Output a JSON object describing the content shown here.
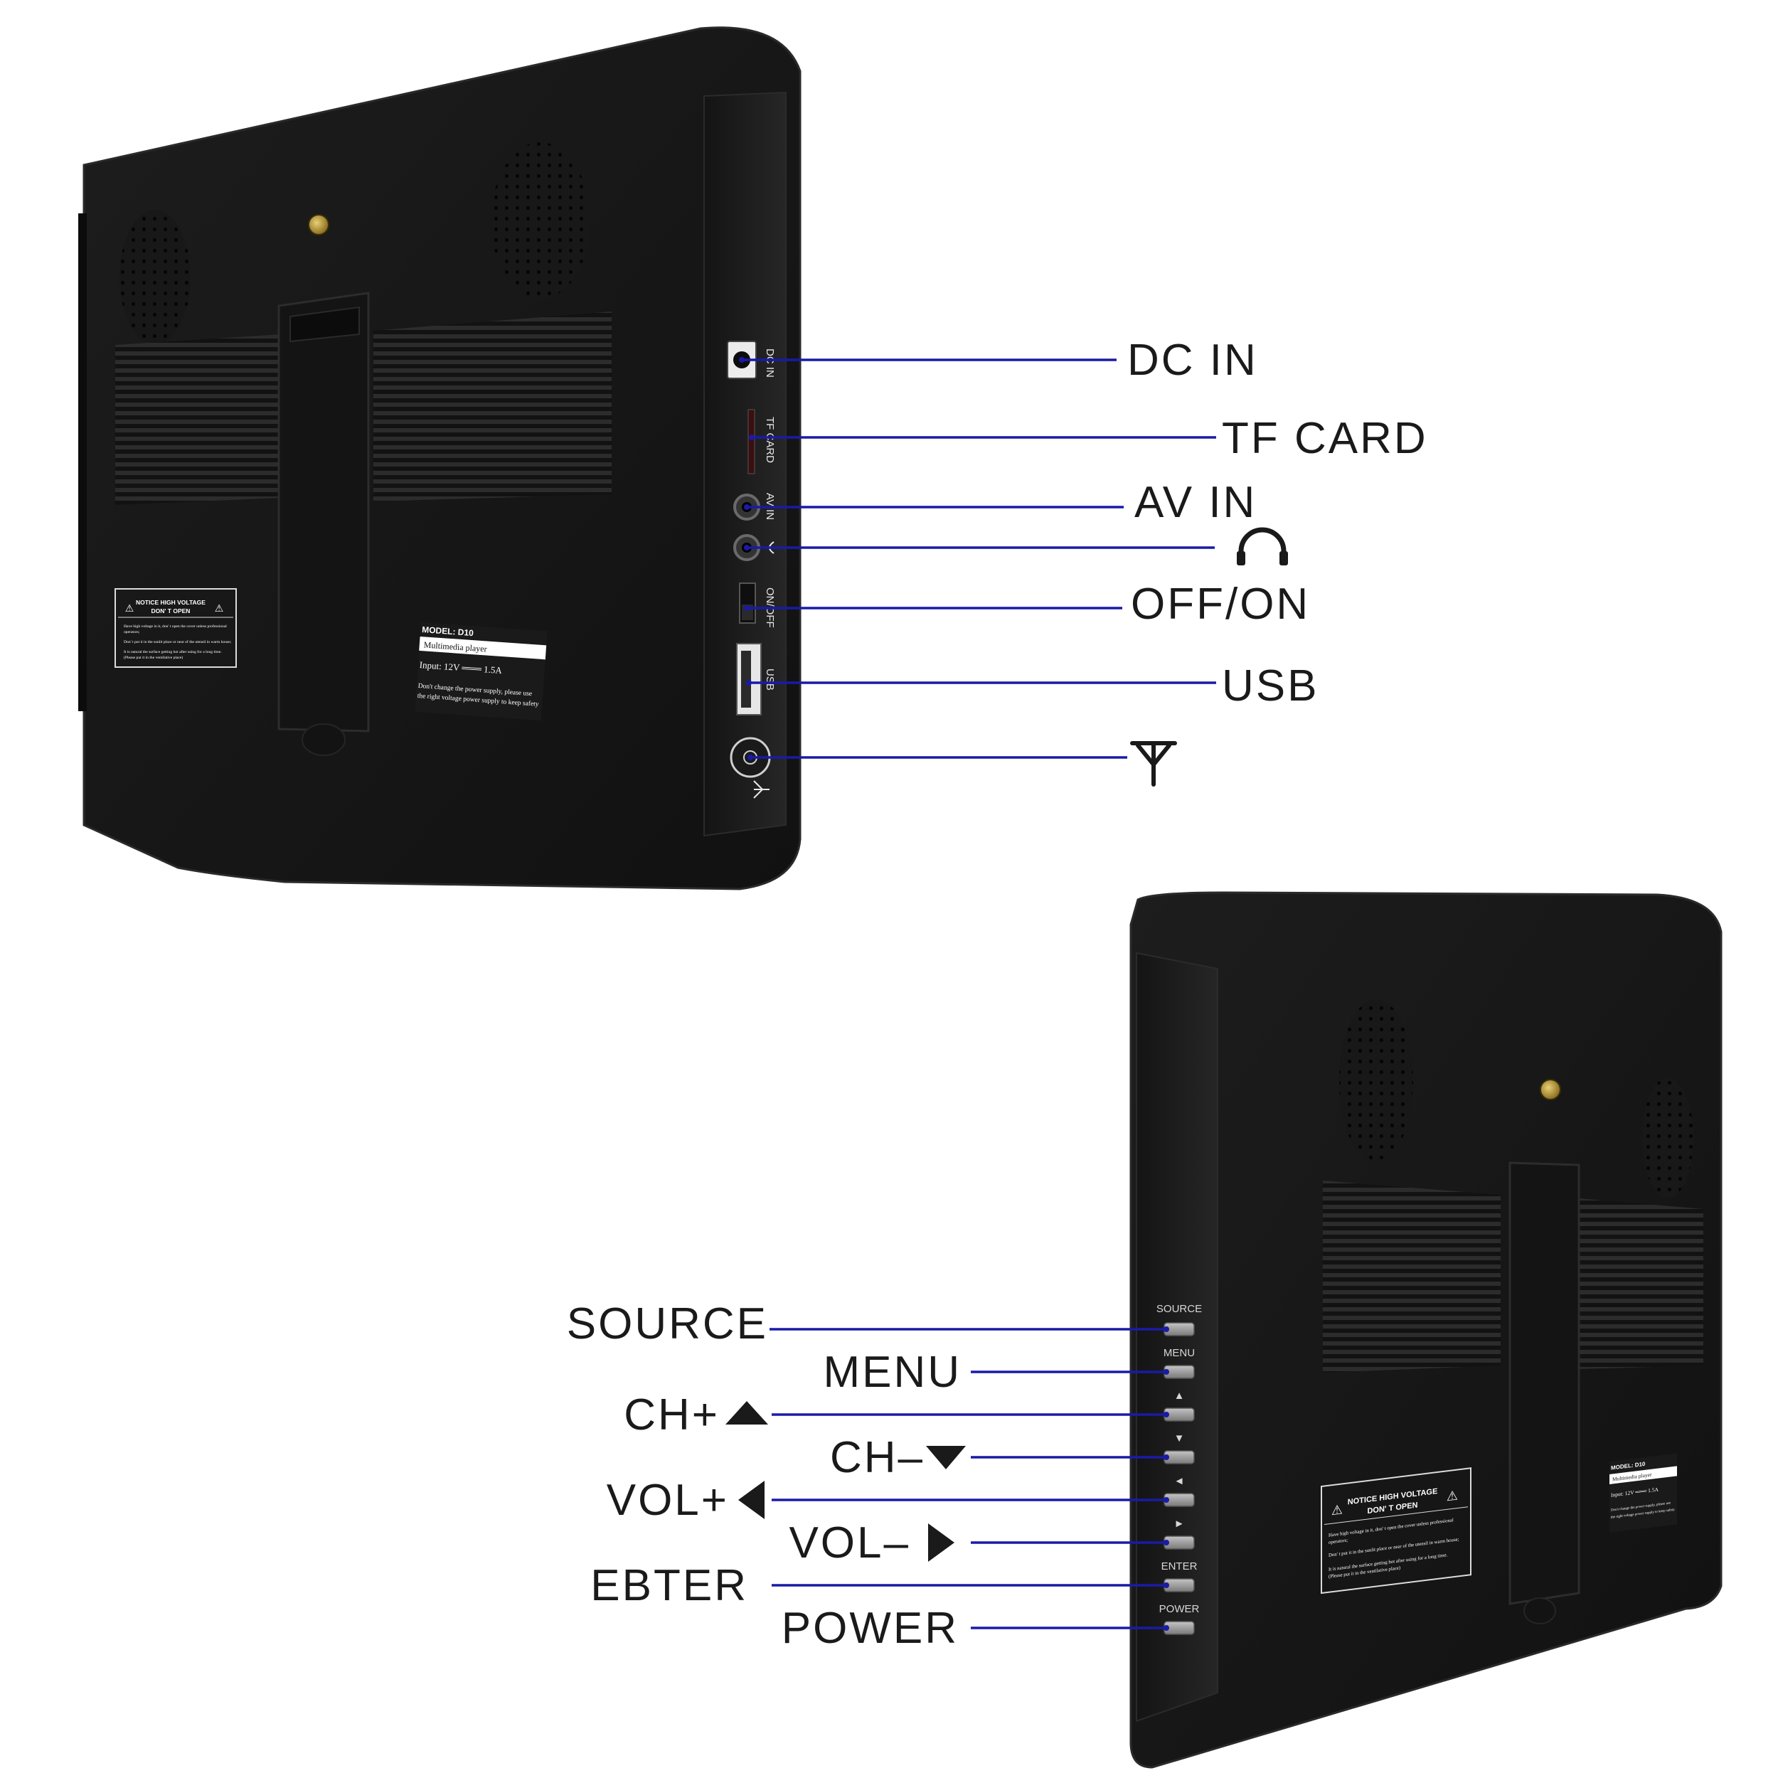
{
  "colors": {
    "device": "#161616",
    "device_edge": "#232323",
    "leader": "#1a1aa8",
    "callout_text": "#1a1a1a",
    "button": "#9c9c9c",
    "screw": "#c9a53a"
  },
  "top_view": {
    "ports": [
      {
        "name": "dc-in",
        "device_label": "DC IN",
        "callout": "DC IN"
      },
      {
        "name": "tf-card",
        "device_label": "TF CARD",
        "callout": "TF CARD"
      },
      {
        "name": "av-in",
        "device_label": "AV IN",
        "callout": "AV IN"
      },
      {
        "name": "headphone",
        "device_label": "",
        "callout": "",
        "icon": "headphone-icon"
      },
      {
        "name": "on-off",
        "device_label": "ON/OFF",
        "callout": "OFF/ON"
      },
      {
        "name": "usb",
        "device_label": "USB",
        "callout": "USB"
      },
      {
        "name": "antenna",
        "device_label": "",
        "callout": "",
        "icon": "antenna-icon"
      }
    ],
    "model_label": {
      "model": "MODEL: D10",
      "product": "Multimedia player",
      "input": "Input:  12V ═══ 1.5A",
      "warning_1": "Don't change the power supply, please use",
      "warning_2": "the right voltage power supply to keep safety"
    },
    "notice_label": {
      "title_1": "NOTICE HIGH VOLTAGE",
      "title_2": "DON' T OPEN",
      "line_1": "Have high voltage in it, don' t open the cover unless professional",
      "line_1b": "operators;",
      "line_2": "Don' t put it in the sunlit place or near of the utensil in warm house;",
      "line_3": "It is natural the surface getting hot after using for a long time.",
      "line_3b": "(Please put it in the ventilative place)"
    }
  },
  "bottom_view": {
    "buttons": [
      {
        "name": "source",
        "device_label": "SOURCE",
        "callout": "SOURCE",
        "arrow": ""
      },
      {
        "name": "menu",
        "device_label": "MENU",
        "callout": "MENU",
        "arrow": ""
      },
      {
        "name": "ch-plus",
        "device_label": "▲",
        "callout": "CH+",
        "arrow": "up"
      },
      {
        "name": "ch-minus",
        "device_label": "▼",
        "callout": "CH–",
        "arrow": "down"
      },
      {
        "name": "vol-plus",
        "device_label": "◄",
        "callout": "VOL+",
        "arrow": "left"
      },
      {
        "name": "vol-minus",
        "device_label": "►",
        "callout": "VOL–",
        "arrow": "right"
      },
      {
        "name": "enter",
        "device_label": "ENTER",
        "callout": "EBTER",
        "arrow": ""
      },
      {
        "name": "power",
        "device_label": "POWER",
        "callout": "POWER",
        "arrow": ""
      }
    ],
    "model_label": {
      "model": "MODEL: D10",
      "product": "Multimedia player",
      "input": "Input:  12V ═══ 1.5A",
      "warning_1": "Don't change the power supply, please use",
      "warning_2": "the right voltage power supply to keep safety"
    },
    "notice_label": {
      "title_1": "NOTICE HIGH VOLTAGE",
      "title_2": "DON' T OPEN",
      "line_1": "Have high voltage in it, don' t open the cover unless professional",
      "line_1b": "operators;",
      "line_2": "Don' t put it in the sunlit place or near of the utensil in warm house;",
      "line_3": "It is natural the surface getting hot after using for a long time.",
      "line_3b": "(Please put it in the ventilative place)"
    }
  }
}
